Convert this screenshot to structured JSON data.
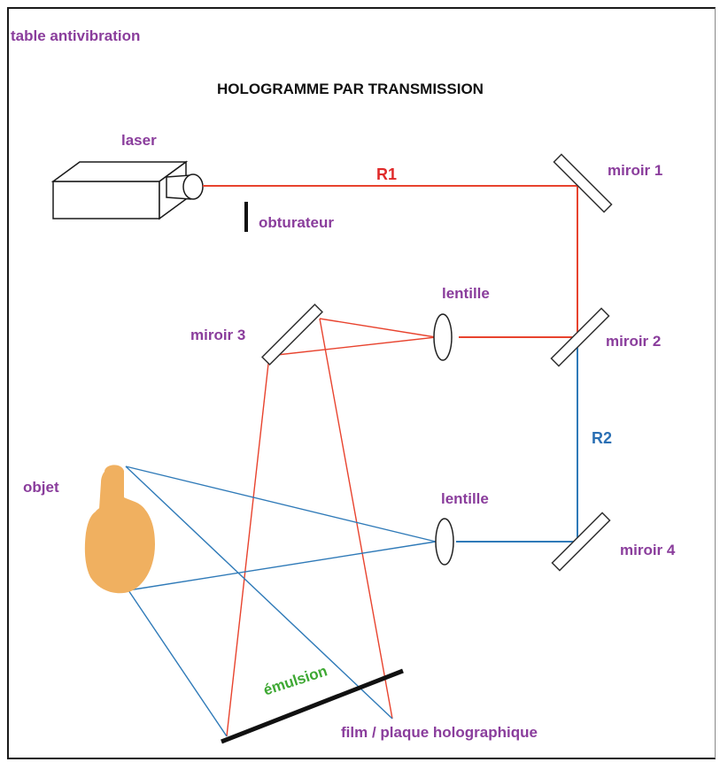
{
  "table_label": "table antivibration",
  "title": "HOLOGRAMME PAR TRANSMISSION",
  "labels": {
    "laser": "laser",
    "obturateur": "obturateur",
    "beam_r1": "R1",
    "beam_r2": "R2",
    "miroir1": "miroir 1",
    "miroir2": "miroir 2",
    "miroir3": "miroir 3",
    "miroir4": "miroir 4",
    "lentille_top": "lentille",
    "lentille_bottom": "lentille",
    "objet": "objet",
    "emulsion": "émulsion",
    "film": "film / plaque holographique"
  },
  "colors": {
    "reference_beam": "#e8432e",
    "object_beam": "#2f7ab8",
    "labels": "#8a3d9c",
    "emulsion": "#3ea833",
    "object": "#f0b060"
  }
}
